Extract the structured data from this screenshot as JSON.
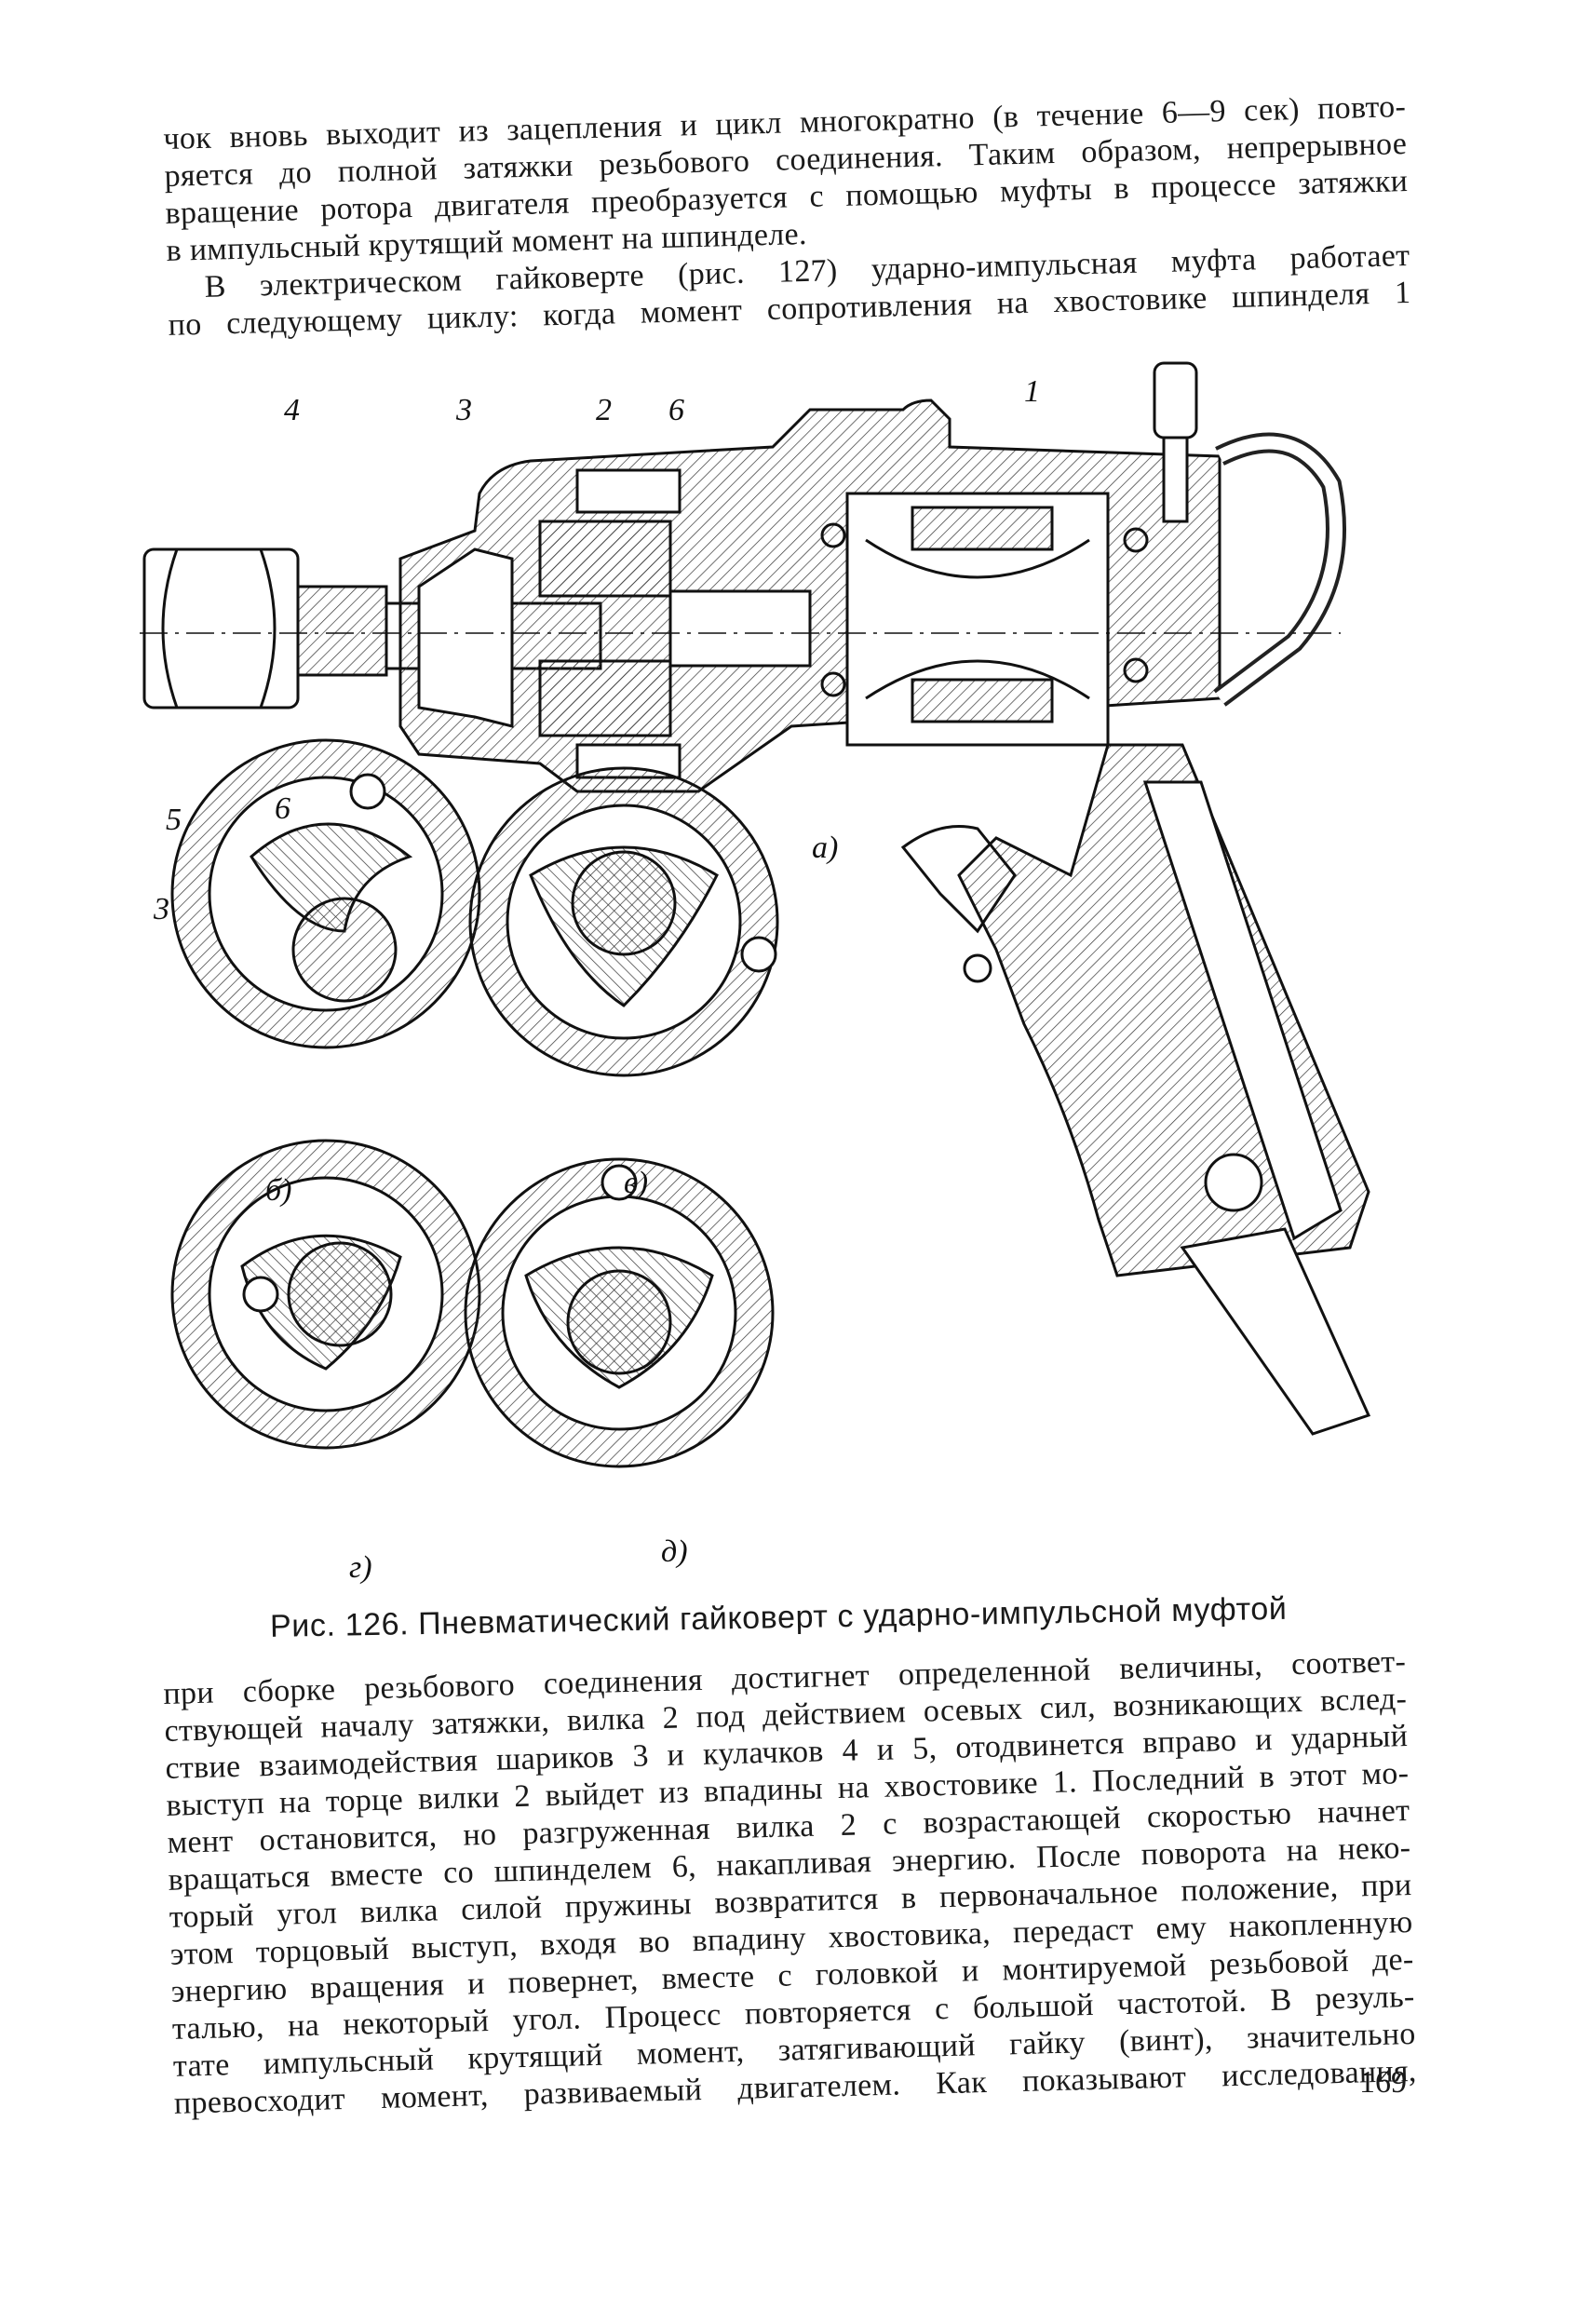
{
  "top_paragraph": [
    "чок вновь выходит из зацепления и цикл многократно (в течение 6—9 сек) повто-",
    "ряется до полной затяжки резьбового соединения. Таким образом, непрерывное",
    "вращение ротора двигателя преобразуется с помощью муфты в процессе затяжки",
    "в импульсный крутящий момент на шпинделе.",
    "В электрическом гайковерте (рис. 127) ударно-импульсная муфта работает",
    "по следующему циклу: когда момент сопротивления на хвостовике шпинделя 1"
  ],
  "figure": {
    "callouts": [
      "4",
      "3",
      "2",
      "6",
      "1",
      "5",
      "6",
      "3"
    ],
    "panel_labels": [
      "а)",
      "б)",
      "в)",
      "г)",
      "д)"
    ]
  },
  "caption": "Рис. 126. Пневматический гайковерт с ударно-импульсной муфтой",
  "bottom_paragraph": [
    "при сборке резьбового соединения достигнет определенной величины, соответ-",
    "ствующей началу затяжки, вилка 2 под действием осевых сил, возникающих вслед-",
    "ствие взаимодействия шариков 3 и кулачков 4 и 5, отодвинется вправо и ударный",
    "выступ на торце вилки 2 выйдет из впадины на хвостовике 1. Последний в этот мо-",
    "мент остановится, но разгруженная вилка 2 с возрастающей скоростью начнет",
    "вращаться вместе со шпинделем 6, накапливая энергию. После поворота на неко-",
    "торый угол вилка силой пружины возвратится в первоначальное положение, при",
    "этом торцовый выступ, входя во впадину хвостовика, передаст ему накопленную",
    "энергию вращения и повернет, вместе с головкой и монтируемой резьбовой де-",
    "талью, на некоторый угол. Процесс повторяется с большой частотой. В резуль-",
    "тате импульсный крутящий момент, затягивающий гайку (винт), значительно",
    "превосходит момент, развиваемый двигателем. Как показывают исследования,"
  ],
  "page_number": "169"
}
